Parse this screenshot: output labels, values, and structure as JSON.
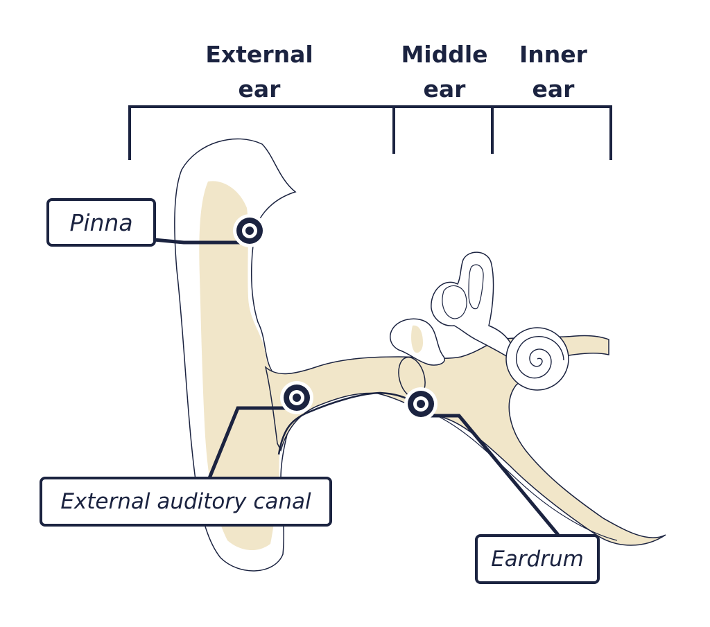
{
  "sections": {
    "external": {
      "line1": "External",
      "line2": "ear"
    },
    "middle": {
      "line1": "Middle",
      "line2": "ear"
    },
    "inner": {
      "line1": "Inner",
      "line2": "ear"
    }
  },
  "labels": {
    "pinna": "Pinna",
    "canal": "External auditory canal",
    "eardrum": "Eardrum"
  },
  "colors": {
    "ink": "#1b2340",
    "tissue": "#f1e6c9",
    "outline": "#1b2340",
    "background": "#ffffff"
  }
}
